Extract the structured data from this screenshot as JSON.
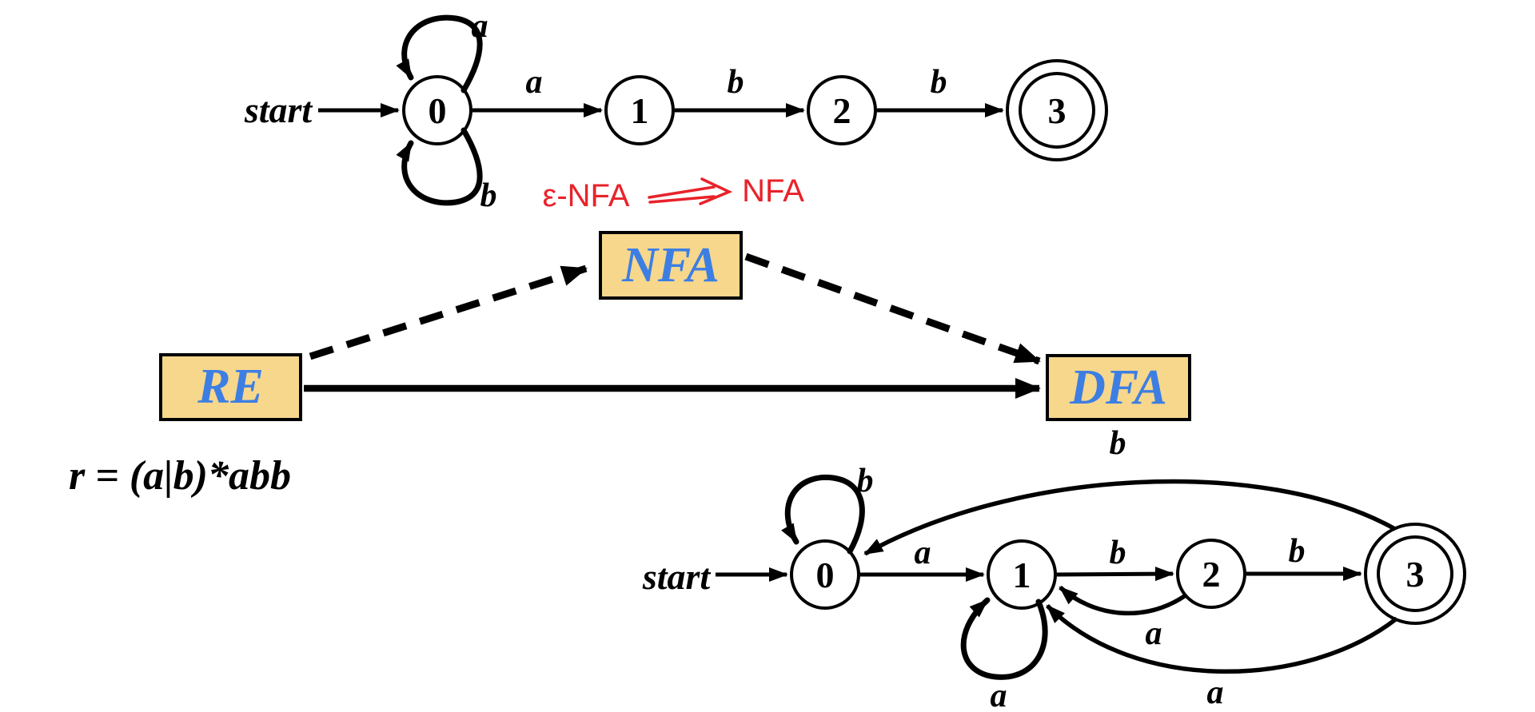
{
  "colors": {
    "background": "#FFFFFF",
    "ink": "#000000",
    "box_fill": "#F6D78C",
    "box_border": "#000000",
    "box_label_blue": "#3D7EE3",
    "annotation_red": "#E8222A"
  },
  "annotation": {
    "epsilon_nfa": "ε-NFA",
    "nfa": "NFA"
  },
  "regex": {
    "text": "r = (a|b)*abb"
  },
  "flow": {
    "nodes": [
      {
        "label": "RE"
      },
      {
        "label": "NFA"
      },
      {
        "label": "DFA"
      }
    ],
    "edges": [
      {
        "from": "RE",
        "to": "NFA",
        "style": "dashed"
      },
      {
        "from": "NFA",
        "to": "DFA",
        "style": "dashed"
      },
      {
        "from": "RE",
        "to": "DFA",
        "style": "solid"
      }
    ]
  },
  "nfa": {
    "start_label": "start",
    "states": [
      {
        "label": "0",
        "accepting": false
      },
      {
        "label": "1",
        "accepting": false
      },
      {
        "label": "2",
        "accepting": false
      },
      {
        "label": "3",
        "accepting": true
      }
    ],
    "transitions": [
      {
        "from": "0",
        "to": "0",
        "label": "a"
      },
      {
        "from": "0",
        "to": "0",
        "label": "b"
      },
      {
        "from": "0",
        "to": "1",
        "label": "a"
      },
      {
        "from": "1",
        "to": "2",
        "label": "b"
      },
      {
        "from": "2",
        "to": "3",
        "label": "b"
      }
    ]
  },
  "dfa": {
    "start_label": "start",
    "states": [
      {
        "label": "0",
        "accepting": false
      },
      {
        "label": "1",
        "accepting": false
      },
      {
        "label": "2",
        "accepting": false
      },
      {
        "label": "3",
        "accepting": true
      }
    ],
    "transitions": [
      {
        "from": "0",
        "to": "0",
        "label": "b"
      },
      {
        "from": "0",
        "to": "1",
        "label": "a"
      },
      {
        "from": "1",
        "to": "2",
        "label": "b"
      },
      {
        "from": "2",
        "to": "3",
        "label": "b"
      },
      {
        "from": "3",
        "to": "0",
        "label": "b"
      },
      {
        "from": "2",
        "to": "1",
        "label": "a"
      },
      {
        "from": "1",
        "to": "1",
        "label": "a"
      },
      {
        "from": "3",
        "to": "1",
        "label": "a"
      }
    ]
  }
}
